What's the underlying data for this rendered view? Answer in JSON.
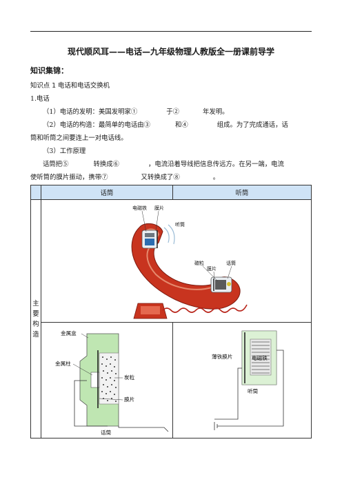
{
  "title": "现代顺风耳——电话—九年级物理人教版全一册课前导学",
  "section_heading": "知识集锦：",
  "knowledge_point": "知识点 1  电话和电话交换机",
  "item_1": "1.电话",
  "line_invention": {
    "a": "（1）电话的发明：美国发明家①",
    "b": "于②",
    "c": "年发明。"
  },
  "line_structure": {
    "a": "（2）电话的构造：最简单的电话由③",
    "b": "和④",
    "c": "组成。为了完成通话，话"
  },
  "line_structure_cont": "筒和听筒之间要连上一对电话线。",
  "line_principle": "（3）工作原理",
  "line_work": {
    "a": "话筒把⑤",
    "b": "转换成⑥",
    "c": "，电流沿着导线把信息传远方。在另一端，电流"
  },
  "line_work_cont": {
    "a": "使听筒的膜片振动，携带⑦",
    "b": "又转换成了⑧",
    "c": "。"
  },
  "table": {
    "header_mic": "话筒",
    "header_receiver": "听筒",
    "side_label": [
      "主",
      "要",
      "构",
      "造"
    ]
  },
  "phone_labels": {
    "electromagnet": "电磁铁",
    "diaphragm_top": "膜片",
    "receiver": "听筒",
    "carbon": "碳粒",
    "diaphragm_mid": "膜片",
    "mic": "话筒"
  },
  "mic_labels": {
    "metal_box": "金属盒",
    "metal_post": "金属柱",
    "carbon": "炭粒",
    "diaphragm": "膜片",
    "mic": "话筒"
  },
  "receiver_labels": {
    "iron_diaphragm": "薄铁膜片",
    "electromagnet": "电磁铁",
    "receiver": "听筒"
  },
  "colors": {
    "header_bg": "#cfe3f6",
    "handset_red": "#c8341f",
    "cord_red": "#b8241a",
    "device_green": "#a9d99a"
  }
}
